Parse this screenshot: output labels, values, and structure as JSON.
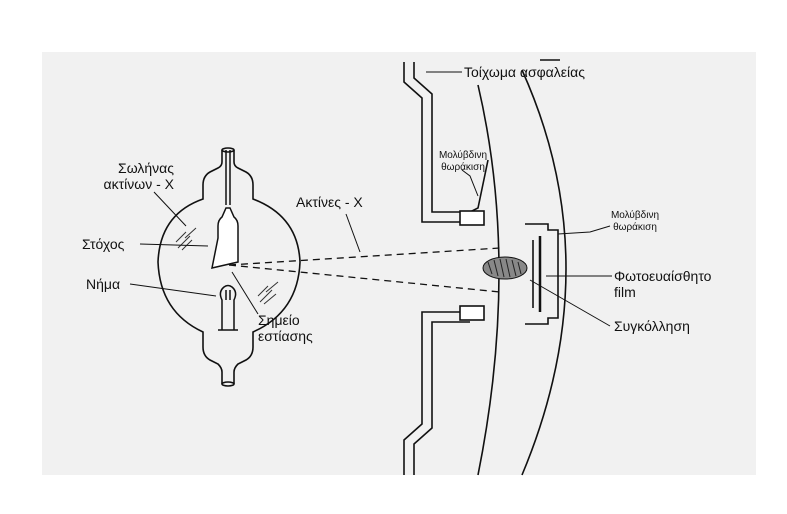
{
  "labels": {
    "safety_wall": "Τοίχωμα ασφαλείας",
    "lead_shield_wall": [
      "Μολύβδινη",
      "θωράκιση"
    ],
    "lead_shield_film": [
      "Μολύβδινη",
      "θωράκιση"
    ],
    "xray_tube": [
      "Σωλήνας",
      "ακτίνων - Χ"
    ],
    "xrays": "Ακτίνες - Χ",
    "target": "Στόχος",
    "filament": "Νήμα",
    "focal_point": [
      "Σημείο",
      "εστίασης"
    ],
    "film": [
      "Φωτοευαίσθητο",
      "film"
    ],
    "weld": "Συγκόλληση"
  }
}
